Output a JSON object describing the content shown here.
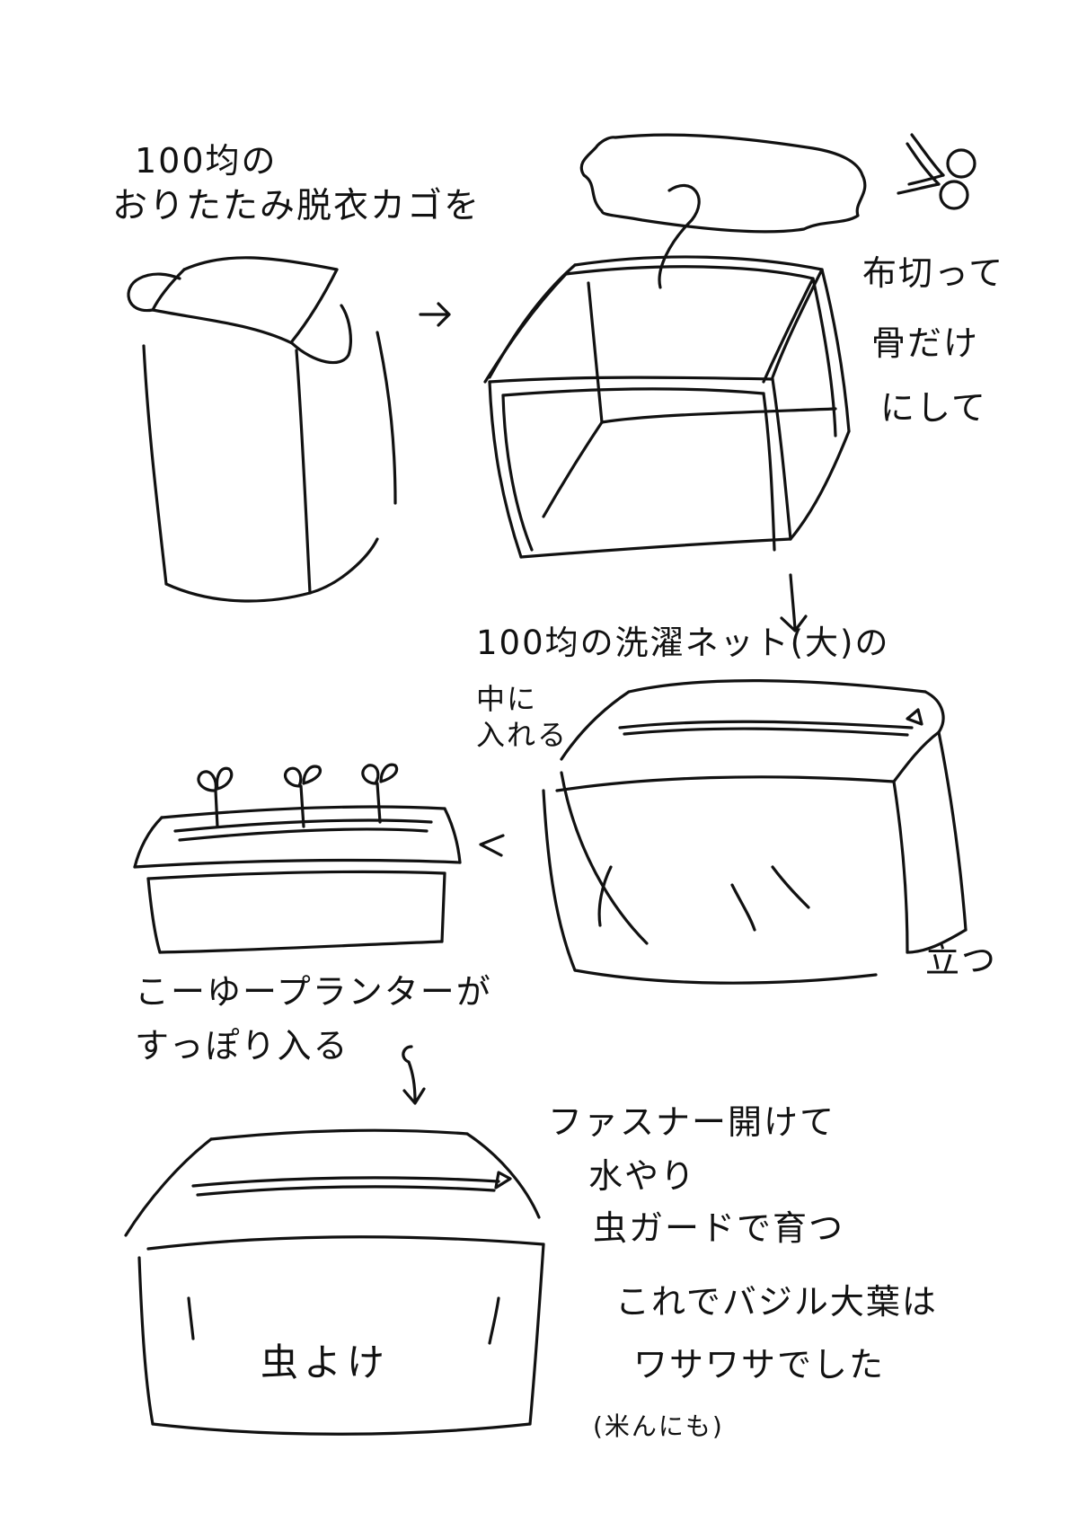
{
  "notes": {
    "step1_line1": "100均の",
    "step1_line2": "おりたたみ脱衣カゴを",
    "step2_line1": "布切って",
    "step2_line2": "骨だけ",
    "step2_line3": "にして",
    "step3_line1": "100均の洗濯ネット(大)の",
    "step3_line2": "中に",
    "step3_line3": "入れる",
    "stand_label": "立つ",
    "planter_line1": "こーゆープランターが",
    "planter_line2": "すっぽり入る",
    "zip_line1": "ファスナー開けて",
    "zip_line2": "水やり",
    "zip_line3": "虫ガードで育つ",
    "result_line1": "これでバジル大葉は",
    "result_line2": "ワサワサでした",
    "result_line3": "(米んにも)",
    "net_label": "虫よけ"
  },
  "icons": {
    "scissors": "scissors-icon",
    "arrow_step1": "arrow-right-icon",
    "arrow_step2": "arrow-down-icon",
    "arrow_step3": "arrow-left-icon",
    "arrow_step4": "arrow-down-icon"
  },
  "colors": {
    "ink": "#111111",
    "paper": "#ffffff"
  }
}
